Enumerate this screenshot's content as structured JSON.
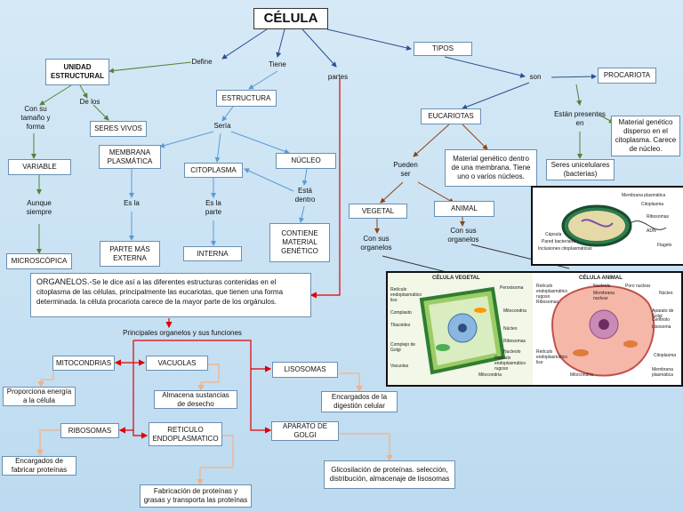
{
  "title": "CÉLULA",
  "nodes": {
    "define": "Define",
    "tiene": "Tiene",
    "partes": "partes",
    "tipos": "TIPOS",
    "unidad": "UNIDAD ESTRUCTURAL",
    "estructura": "ESTRUCTURA",
    "son": "son",
    "procariota": "PROCARIOTA",
    "con_su_tamano": "Con su tamaño y forma",
    "de_los": "De los",
    "seres_vivos": "SERES VIVOS",
    "seria": "Sería",
    "eucariotas": "EUCARIOTAS",
    "estan_presentes": "Están presentes en",
    "material_genetico_disperso": "Material genético disperso en el citoplasma. Carece de núcleo.",
    "membrana": "MEMBRANA PLASMÁTICA",
    "citoplasma": "CITOPLASMA",
    "nucleo": "NÚCLEO",
    "variable": "VARIABLE",
    "pueden_ser": "Pueden ser",
    "material_genetico_dentro": "Material genético dentro de una membrana. Tiene uno o varios núcleos.",
    "seres_unicelulares": "Seres unicelulares (bacterias)",
    "aunque_siempre": "Aunque siempre",
    "es_la_1": "Es la",
    "es_la_parte": "Es la parte",
    "esta_dentro": "Está dentro",
    "vegetal": "VEGETAL",
    "animal": "ANIMAL",
    "con_sus_organelos_1": "Con sus organelos",
    "con_sus_organelos_2": "Con sus organelos",
    "parte_mas_externa": "PARTE MÁS EXTERNA",
    "interna": "INTERNA",
    "contiene": "CONTIENE MATERIAL GENÉTICO",
    "microscopica": "MICROSCÓPICA",
    "organelos_title": "ORGANELOS.-",
    "organelos_text": "Se le dice así a las diferentes estructuras contenidas en el citoplasma de las células, principalmente las eucariotas, que tienen una forma determinada. la célula procariota carece de la mayor parte de los orgánulos.",
    "principales": "Principales organelos y sus funciones",
    "mitocondrias": "MITOCONDRIAS",
    "vacuolas": "VACUOLAS",
    "lisosomas": "LISOSOMAS",
    "proporciona": "Proporciona energía a la célula",
    "almacena": "Almacena sustancias de desecho",
    "encargados_digestion": "Encargados de la digestión celular",
    "ribosomas": "RIBOSOMAS",
    "reticulo": "RETICULO ENDOPLASMATICO",
    "golgi": "APARATO DE GOLGI",
    "encargados_fabricar": "Encargados de fabricar proteínas",
    "fabricacion": "Fabricación de proteínas y grasas y transporta las proteínas",
    "glicosilacion": "Glicosilación de proteínas. selección, distribución, almacenaje de lisosomas"
  },
  "images": {
    "vegetal_title": "CÉLULA VEGETAL",
    "animal_title": "CÉLULA ANIMAL",
    "vegetal_labels": [
      "Retículo endoplasmático liso",
      "Complasto",
      "Tilacoides",
      "Complejo de Golgi",
      "Vacuolas",
      "Peroxisoma",
      "Mitocondria",
      "Núcleo",
      "Ribosomas",
      "Nucleolo",
      "Retículo endoplasmático rugoso",
      "Mitocondria"
    ],
    "animal_labels": [
      "Retículo endoplasmático rugoso",
      "Nucleolo",
      "Membrana nuclear",
      "Poro nuclear",
      "Núcleo",
      "Ribosomas",
      "Aparato de Golgi",
      "Centriolo",
      "Lisosoma",
      "Citoplasma",
      "Membrana plasmática",
      "Retículo endoplasmático liso",
      "Mitocondria"
    ],
    "bacteria_labels": [
      "Membrana plasmática",
      "Citoplasma",
      "Ribosomas",
      "ADN",
      "Flagelo",
      "Cápsula",
      "Pared bacteriana",
      "Inclusiones citoplasmáticas"
    ]
  },
  "colors": {
    "line_blue": "#4472c4",
    "line_green": "#548235",
    "line_brown": "#8b4513",
    "line_red": "#e00000",
    "line_orange": "#f4b183",
    "line_lightblue": "#7fb2e5"
  }
}
